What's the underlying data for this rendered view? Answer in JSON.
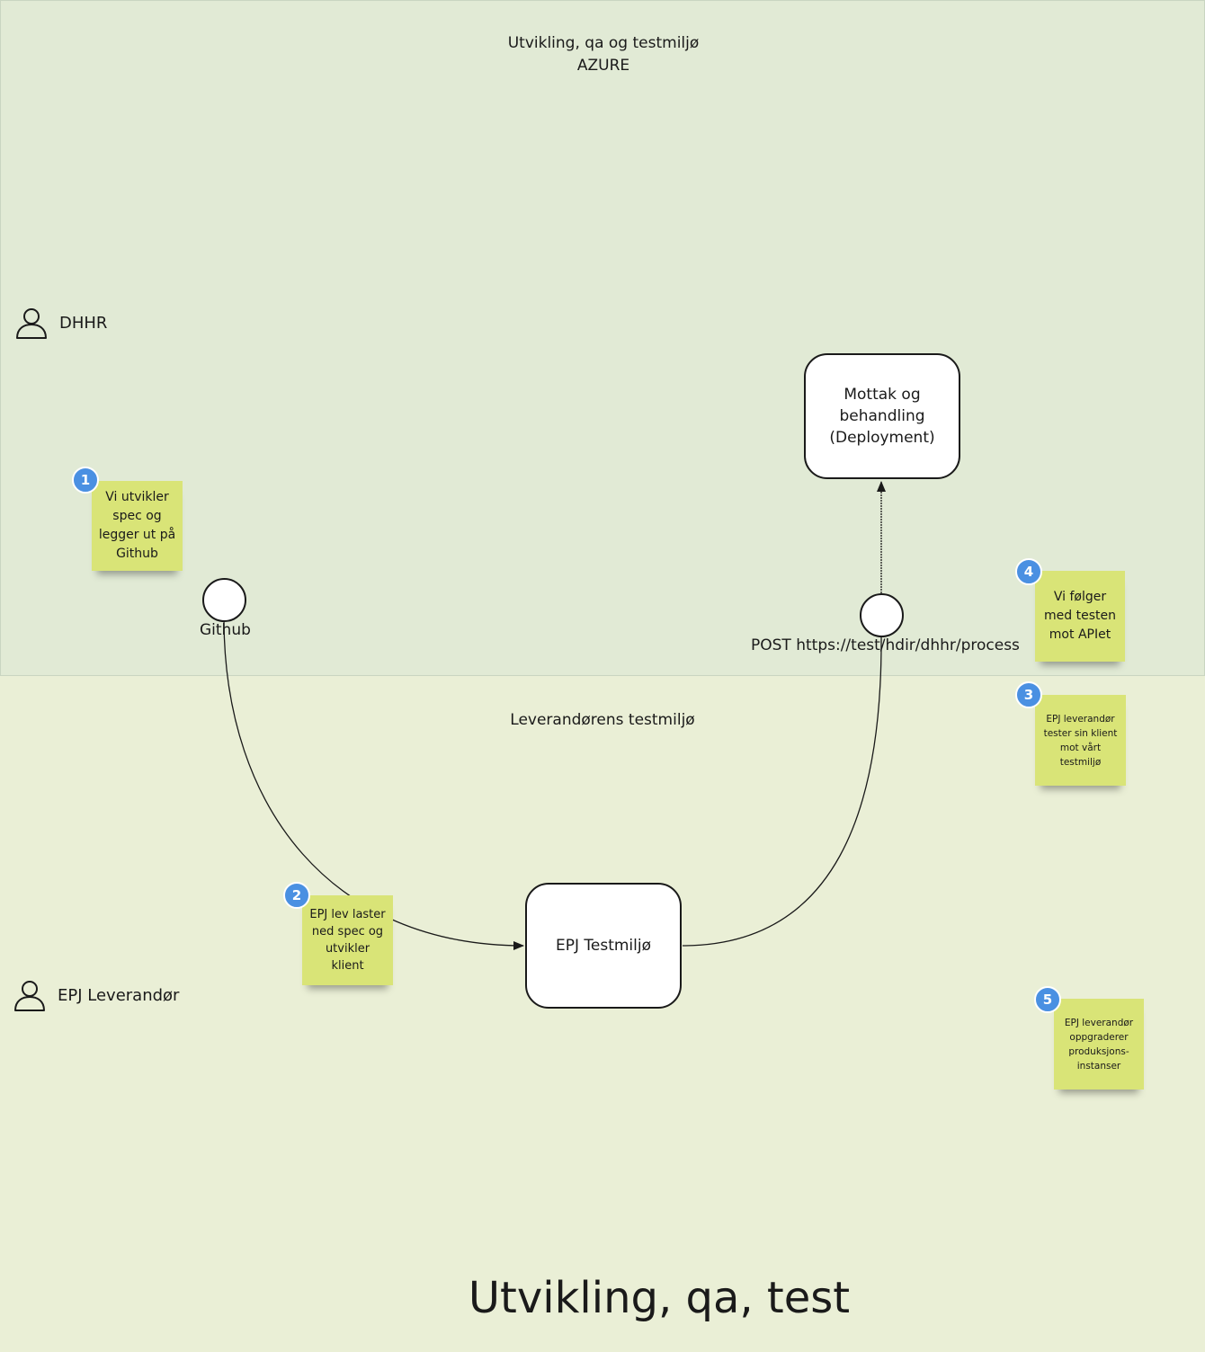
{
  "lanes": {
    "top": {
      "title_line1": "Utvikling, qa og testmiljø",
      "title_line2": "AZURE",
      "color": "#e1ead5"
    },
    "bottom": {
      "title": "Leverandørens testmiljø",
      "color": "#eaefd6"
    }
  },
  "actors": {
    "dhhr": {
      "label": "DHHR",
      "icon": "user-icon"
    },
    "epj": {
      "label": "EPJ Leverandør",
      "icon": "user-icon"
    }
  },
  "nodes": {
    "mottak": {
      "label_line1": "Mottak og",
      "label_line2": "behandling",
      "label_line3": "(Deployment)"
    },
    "epj_testmiljo": {
      "label": "EPJ Testmiljø"
    },
    "github": {
      "label": "Github"
    },
    "post": {
      "label": "POST https://test/hdir/dhhr/process"
    }
  },
  "stickies": [
    {
      "badge": "1",
      "text": "Vi utvikler spec og legger ut på Github"
    },
    {
      "badge": "2",
      "text": "EPJ lev laster ned spec og utvikler klient"
    },
    {
      "badge": "3",
      "text": "EPJ leverandør tester sin klient mot vårt testmiljø"
    },
    {
      "badge": "4",
      "text": "Vi følger med testen mot APIet"
    },
    {
      "badge": "5",
      "text": "EPJ leverandør oppgraderer produksjons-instanser"
    }
  ],
  "footer": {
    "title": "Utvikling, qa, test"
  },
  "colors": {
    "sticky": "#d9e477",
    "badge": "#4a90e2",
    "stroke": "#1a1a1a"
  }
}
